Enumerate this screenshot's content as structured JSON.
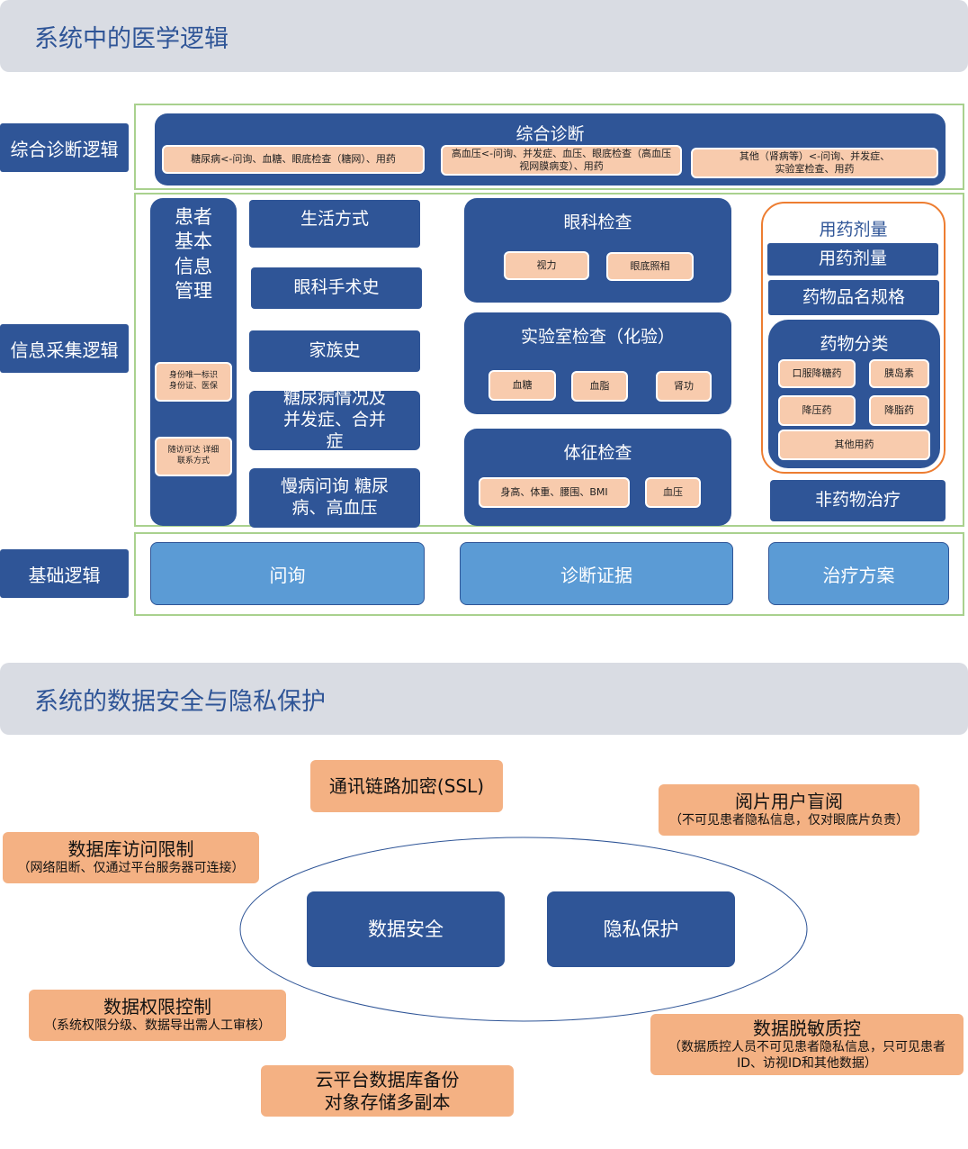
{
  "section1": {
    "title": "系统中的医学逻辑"
  },
  "labels": {
    "diag": "综合诊断逻辑",
    "collect": "信息采集逻辑",
    "base": "基础逻辑"
  },
  "diagnosis": {
    "title": "综合诊断",
    "items": [
      "糖尿病<-问询、血糖、眼底检查（糖网）、用药",
      "高血压<-问询、并发症、血压、眼底检查（高血压视网膜病变）、用药",
      "其他（肾病等）<-问询、并发症、实验室检查、用药"
    ]
  },
  "patient": {
    "title": "患者基本信息管理",
    "id": "身份唯一标识 身份证、医保",
    "contact": "随访可达 详细联系方式"
  },
  "history": [
    "生活方式",
    "眼科手术史",
    "家族史",
    "糖尿病情况及 并发症、合并症",
    "慢病问询 糖尿病、高血压"
  ],
  "eye": {
    "title": "眼科检查",
    "items": [
      "视力",
      "眼底照相"
    ]
  },
  "lab": {
    "title": "实验室检查（化验）",
    "items": [
      "血糖",
      "血脂",
      "肾功"
    ]
  },
  "vital": {
    "title": "体征检查",
    "items": [
      "身高、体重、腰围、BMI",
      "血压"
    ]
  },
  "drug": {
    "outer": "用药剂量",
    "dose": "用药剂量",
    "spec": "药物品名规格",
    "class": "药物分类",
    "items": [
      "口服降糖药",
      "胰岛素",
      "降压药",
      "降脂药",
      "其他用药"
    ],
    "nondrug": "非药物治疗"
  },
  "base": [
    "问询",
    "诊断证据",
    "治疗方案"
  ],
  "section2": {
    "title": "系统的数据安全与隐私保护"
  },
  "security": {
    "center": [
      "数据安全",
      "隐私保护"
    ],
    "boxes": [
      {
        "t": "通讯链路加密(SSL)",
        "s": ""
      },
      {
        "t": "阅片用户盲阅",
        "s": "（不可见患者隐私信息，仅对眼底片负责）"
      },
      {
        "t": "数据库访问限制",
        "s": "（网络阻断、仅通过平台服务器可连接）"
      },
      {
        "t": "数据权限控制",
        "s": "（系统权限分级、数据导出需人工审核）"
      },
      {
        "t": "数据脱敏质控",
        "s": "（数据质控人员不可见患者隐私信息，只可见患者ID、访视ID和其他数据）"
      },
      {
        "t": "云平台数据库备份 对象存储多副本",
        "s": ""
      }
    ]
  }
}
